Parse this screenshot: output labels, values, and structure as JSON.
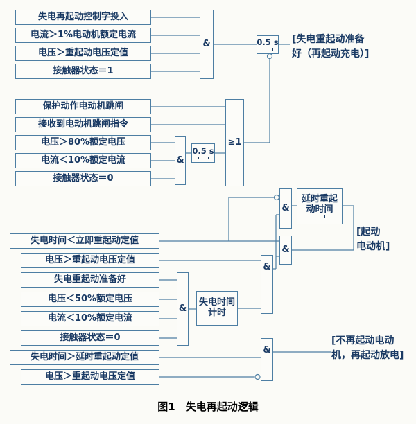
{
  "caption": "图1　失电再起动逻辑",
  "colors": {
    "line": "#4d7ea3",
    "text": "#1a3a64",
    "background": "#fbfbf7"
  },
  "g1": {
    "inputs": [
      "失电再起动控制字投入",
      "电流＞1%电动机额定电流",
      "电压＞重起动电压定值",
      "接触器状态＝1"
    ],
    "gate_and": "&",
    "timer": "0.5 s",
    "out_line1": "[失电重起动准备",
    "out_line2": "好（再起动充电）]"
  },
  "g2": {
    "inputs": [
      "保护动作电动机跳闸",
      "接收到电动机跳闸指令",
      "电压＞80%额定电压",
      "电流＜10%额定电流",
      "接触器状态＝0"
    ],
    "gate_and": "&",
    "timer": "0.5 s",
    "gate_or": "≥1"
  },
  "g3": {
    "inputs": [
      "失电时间＜立即重起动定值",
      "电压＞重起动电压定值",
      "失电重起动准备好",
      "电压＜50%额定电压",
      "电流＜10%额定电流",
      "接触器状态＝0",
      "失电时间＞延时重起动定值",
      "电压＞重起动电压定值"
    ],
    "gate_and_a": "&",
    "gate_and_b": "&",
    "gate_and_c": "&",
    "gate_and_d": "&",
    "gate_and_e": "&",
    "counter_line1": "失电时间",
    "counter_line2": "计时",
    "delay_line1": "延时重起",
    "delay_line2": "动时间",
    "out_start_line1": "[起动",
    "out_start_line2": "电动机]",
    "out_norestart_line1": "[不再起动电动",
    "out_norestart_line2": "机，再起动放电]"
  }
}
